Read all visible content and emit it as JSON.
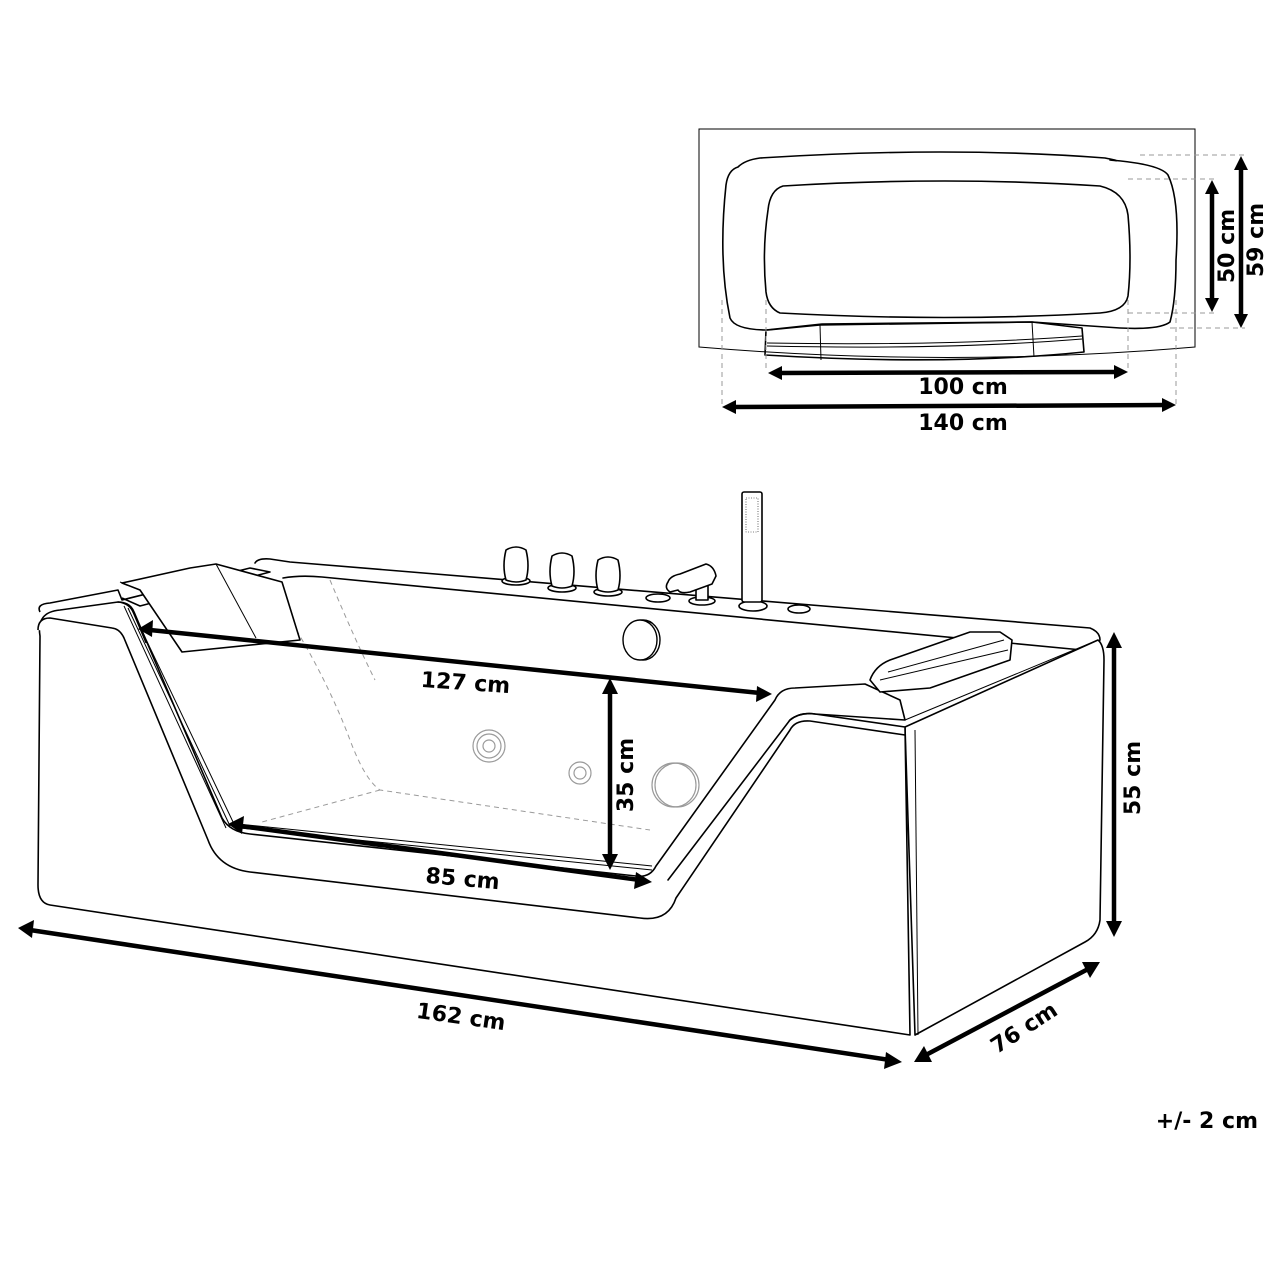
{
  "diagram": {
    "type": "dimension-drawing",
    "subject": "rectangular whirlpool bathtub with glass front panel",
    "colors": {
      "line": "#000000",
      "hidden_line": "#9a9a9a",
      "background": "#ffffff"
    },
    "top_view": {
      "dimensions": {
        "inner_length": "100 cm",
        "outer_length": "140 cm",
        "inner_width": "50 cm",
        "outer_width": "59 cm"
      }
    },
    "perspective_view": {
      "dimensions": {
        "top_inner_length": "127 cm",
        "bottom_inner_length": "85 cm",
        "inner_depth": "35 cm",
        "total_height": "55 cm",
        "total_length": "162 cm",
        "total_width": "76 cm"
      },
      "components": [
        "headrest-left",
        "headrest-right",
        "control-knob-1",
        "control-knob-2",
        "control-knob-3",
        "faucet-spout",
        "hand-shower",
        "overflow-drain",
        "air-button",
        "whirlpool-jets"
      ]
    },
    "tolerance": "+/- 2 cm"
  }
}
